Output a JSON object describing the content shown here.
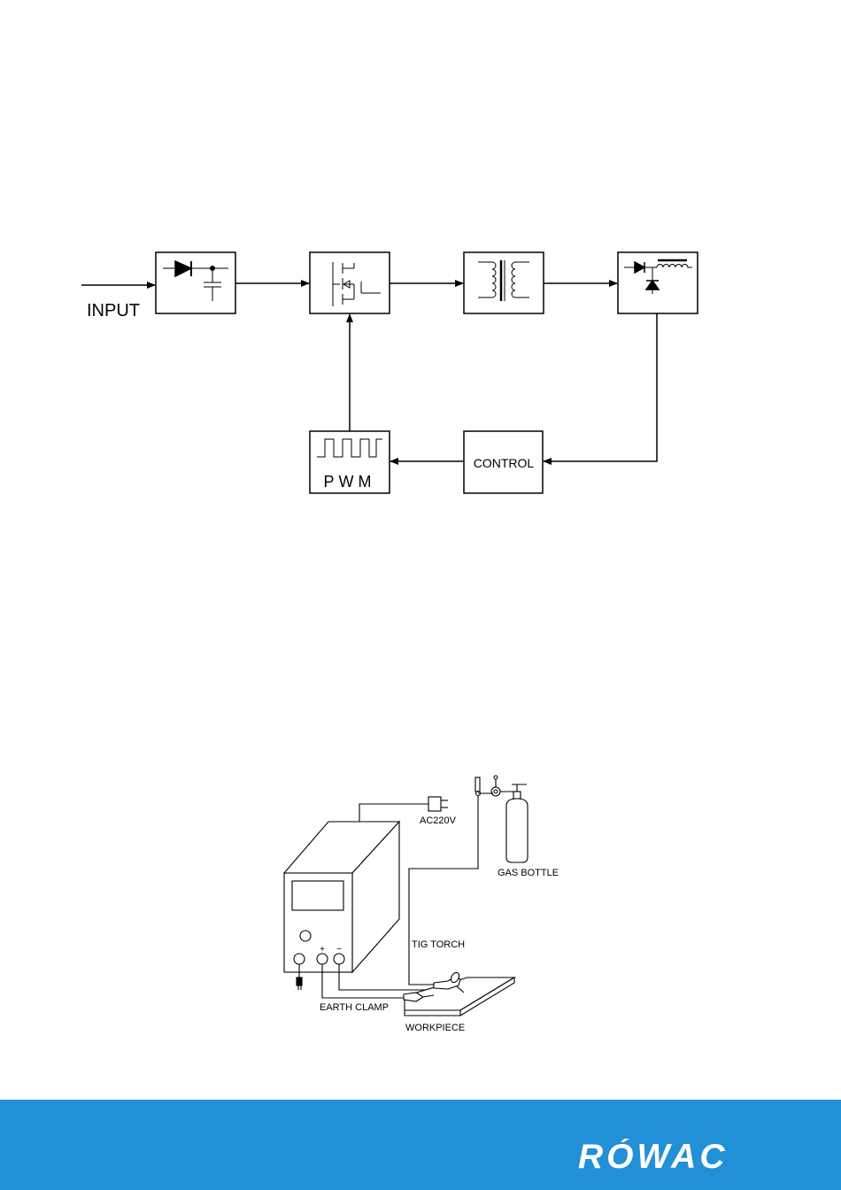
{
  "block_diagram": {
    "input_label": "INPUT",
    "control_label": "CONTROL",
    "pwm_label": "PWM"
  },
  "setup_diagram": {
    "power_label": "AC220V",
    "gas_label": "GAS BOTTLE",
    "torch_label": "TIG TORCH",
    "clamp_label": "EARTH CLAMP",
    "workpiece_label": "WORKPIECE"
  },
  "footer": {
    "brand": "RÓWAC",
    "background_color": "#2290d6"
  }
}
